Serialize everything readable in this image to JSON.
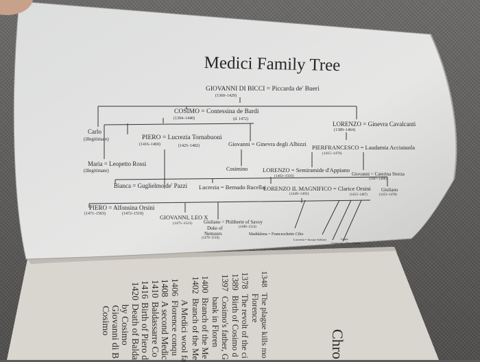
{
  "page": {
    "title": "Medici Family Tree"
  },
  "tree": {
    "giovanni_di_bicci": "GIOVANNI DI BICCI = Piccarda de' Bueri",
    "giovanni_di_bicci_dates": "(1360–1429)",
    "cosimo": "COSIMO = Contessina de Bardi",
    "cosimo_dates": "(1394–1440)",
    "contessina_dates": "(d. 1472)",
    "lorenzo_elder": "LORENZO = Ginevra Cavalcanti",
    "lorenzo_elder_dates": "(1389–1464)",
    "carlo": "Carlo",
    "carlo_note": "(illegitimate)",
    "piero": "PIERO = Lucrezia Tornabuoni",
    "piero_dates": "(1416–1469)",
    "lucrezia_t_dates": "(1425–1482)",
    "giovanni_albizzi": "Giovanni = Ginevra degli Albizzi",
    "pierfrancesco": "PIERFRANCESCO = Laudamia Acciaiuola",
    "pierfrancesco_dates": "(1415–1476)",
    "maria": "Maria = Leopetto Rossi",
    "maria_note": "(illegitimate)",
    "cosimino": "Cosimino",
    "lorenzo_semiramide": "LORENZO = Semiramide d'Appiano",
    "lorenzo_semiramide_dates": "(1463–1503)",
    "giovanni_storza": "Giovanni = Caterina Storza",
    "giovanni_storza_dates": "(1467–1498)",
    "bianca": "Bianca = Guglielmo de' Pazzi",
    "lucrezia_rucellai": "Lucrezia = Bernado Rucellai",
    "lorenzo_magnifico": "LORENZO IL MAGNIFICO = Clarice Orsini",
    "lorenzo_magnifico_dates": "(1449–1492)",
    "clarice_dates": "(1453–1487)",
    "giuliano": "Giuliano",
    "giuliano_dates": "(1453–1478)",
    "piero_orsini": "PIERO = Alfonsina Orsini",
    "piero_orsini_dates": "(1471–1503)",
    "alfonsina_dates": "(1472–1519)",
    "giovanni_leo": "GIOVANNI, LEO X",
    "giovanni_leo_dates": "(1475–1521)",
    "giuliano_savoy": "Giuliano = Philiberte of Savoy",
    "philiberte_dates": "(1498–1524)",
    "duke": "Duke of",
    "nemours": "Nemours",
    "giuliano_savoy_dates": "(1479–1516)",
    "maddalena": "Maddalena = Franceschetto Cibo",
    "lucrezia_salviati": "Lucrezia = Jacopo Salviati",
    "contessina_ridolfi": "Contessina = Piero Ridolfi",
    "luigia": "Luigia"
  },
  "chronology": {
    "heading": "Chro",
    "rows": [
      {
        "year": "1348",
        "text": "The plague kills mo"
      },
      {
        "year": "",
        "text": "Florence"
      },
      {
        "year": "1378",
        "text": "The revolt of the ci"
      },
      {
        "year": "1389",
        "text": "Birth of Cosimo d"
      },
      {
        "year": "1397",
        "text": "Cosimo's father, G"
      },
      {
        "year": "",
        "text": "bank in Floren"
      },
      {
        "year": "1400",
        "text": "Branch of the Me"
      },
      {
        "year": "1402",
        "text": "Branch of the Me"
      },
      {
        "year": "",
        "text": "A Medici wool fa"
      },
      {
        "year": "1406",
        "text": "Florence conqu"
      },
      {
        "year": "1408",
        "text": "A second Medic"
      },
      {
        "year": "1410",
        "text": "Baldassarre Co"
      },
      {
        "year": "1416",
        "text": "Birth of Piero d"
      },
      {
        "year": "1420",
        "text": "Death of Balda"
      },
      {
        "year": "",
        "text": "by Cosimo"
      },
      {
        "year": "",
        "text": "Giovanni di B"
      },
      {
        "year": "",
        "text": "Cosimo"
      }
    ]
  }
}
